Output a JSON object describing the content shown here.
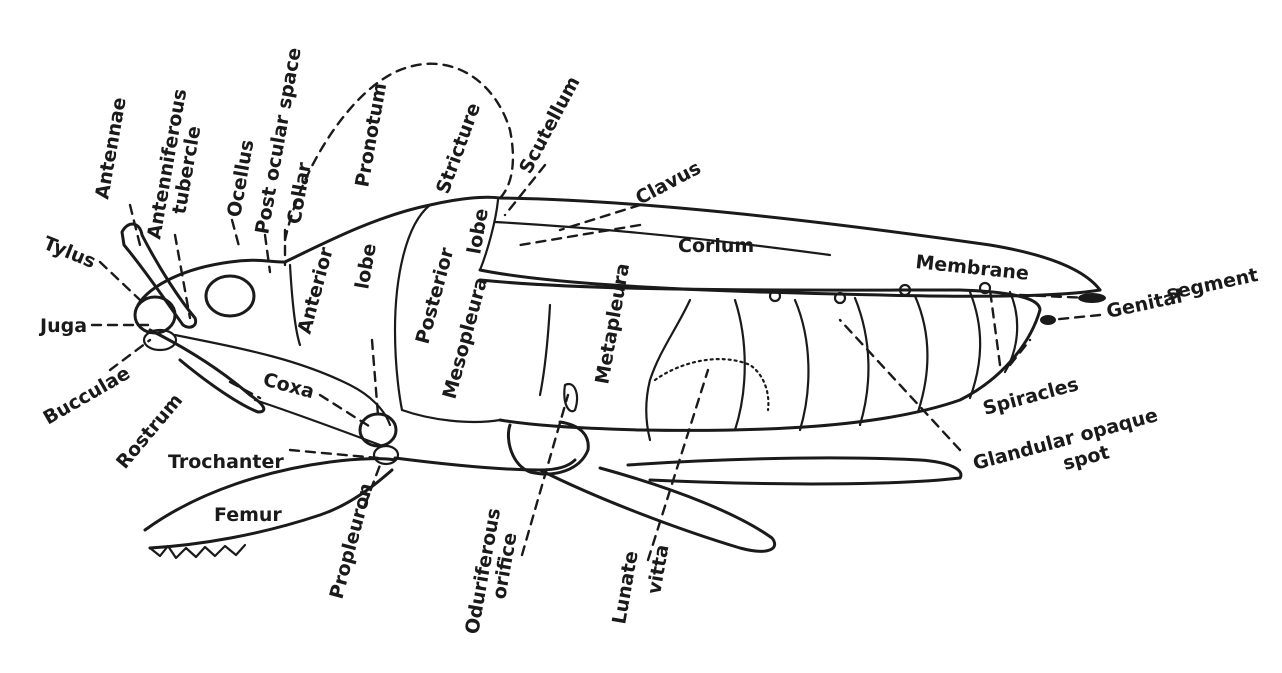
{
  "labels": {
    "antennae": "Antennae",
    "antenniferous_tubercle_line1": "Antenniferous",
    "antenniferous_tubercle_line2": "tubercle",
    "ocellus": "Ocellus",
    "post_ocular_space": "Post ocular space",
    "collar": "Collar",
    "pronotum": "Pronotum",
    "stricture": "Stricture",
    "scutellum": "Scutellum",
    "clavus": "Clavus",
    "tylus": "Tylus",
    "juga": "Juga",
    "bucculae": "Bucculae",
    "rostrum": "Rostrum",
    "anterior_lobe_line1": "Anterior",
    "anterior_lobe_line2": "lobe",
    "posterior_lobe_line1": "Posterior",
    "posterior_lobe_line2": "lobe",
    "corium": "Corium",
    "membrane": "Membrane",
    "genital_segment_line1": "Genital",
    "genital_segment_line2": "segment",
    "mesopleura": "Mesopleura",
    "metapleura": "Metapleura",
    "coxa": "Coxa",
    "trochanter": "Trochanter",
    "femur": "Femur",
    "propleuron": "Propleuron",
    "odoriferous_orifice_line1": "Oduriferous",
    "odoriferous_orifice_line2": "orifice",
    "lunate_vitta_line1": "Lunate",
    "lunate_vitta_line2": "vitta",
    "spiracles": "Spiracles",
    "glandular_opaque_spot_line1": "Glandular opaque",
    "glandular_opaque_spot_line2": "spot"
  },
  "colors": {
    "ink": "#1a1a1a",
    "paper": "#ffffff"
  }
}
